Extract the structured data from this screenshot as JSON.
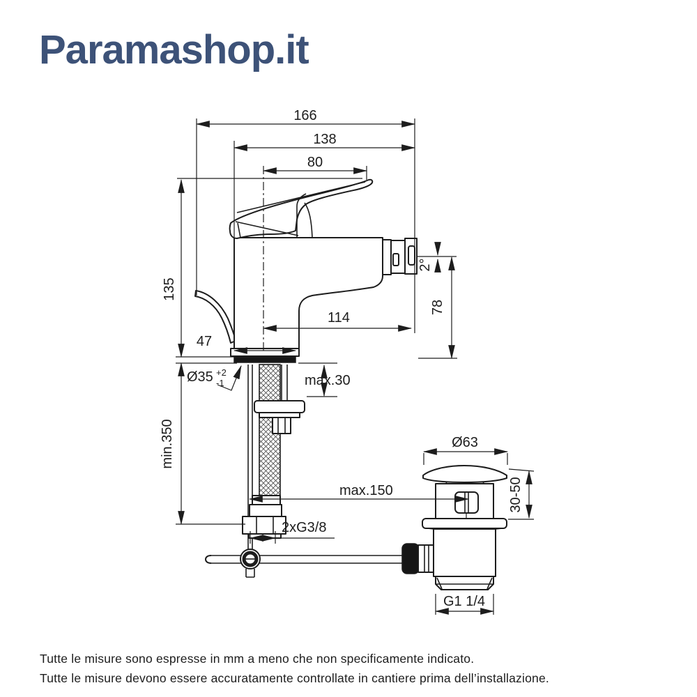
{
  "logo": {
    "text": "Paramashop.it"
  },
  "colors": {
    "logo": "#3d5278",
    "line": "#1d1d1d"
  },
  "drawing": {
    "title": "bidet-mixer-technical-drawing",
    "dimensions": {
      "width_total": "166",
      "width_body": "138",
      "handle_length": "80",
      "height_total": "135",
      "spout_angle": "2°",
      "spout_height": "78",
      "spout_depth": "114",
      "base_depth": "47",
      "hole_diameter": "Ø35",
      "hole_tol_plus": "+2",
      "hole_tol_minus": "-1",
      "counter_thickness": "max.30",
      "hose_length": "min.350",
      "rod_distance": "max.150",
      "hose_thread": "2xG3/8",
      "drain_cap_diameter": "Ø63",
      "drain_clamp_range": "30-50",
      "drain_thread": "G1 1/4"
    }
  },
  "footer": {
    "line1": "Tutte le misure sono espresse in mm a meno che non specificamente indicato.",
    "line2": "Tutte le misure devono essere accuratamente controllate in cantiere prima dell’installazione."
  }
}
